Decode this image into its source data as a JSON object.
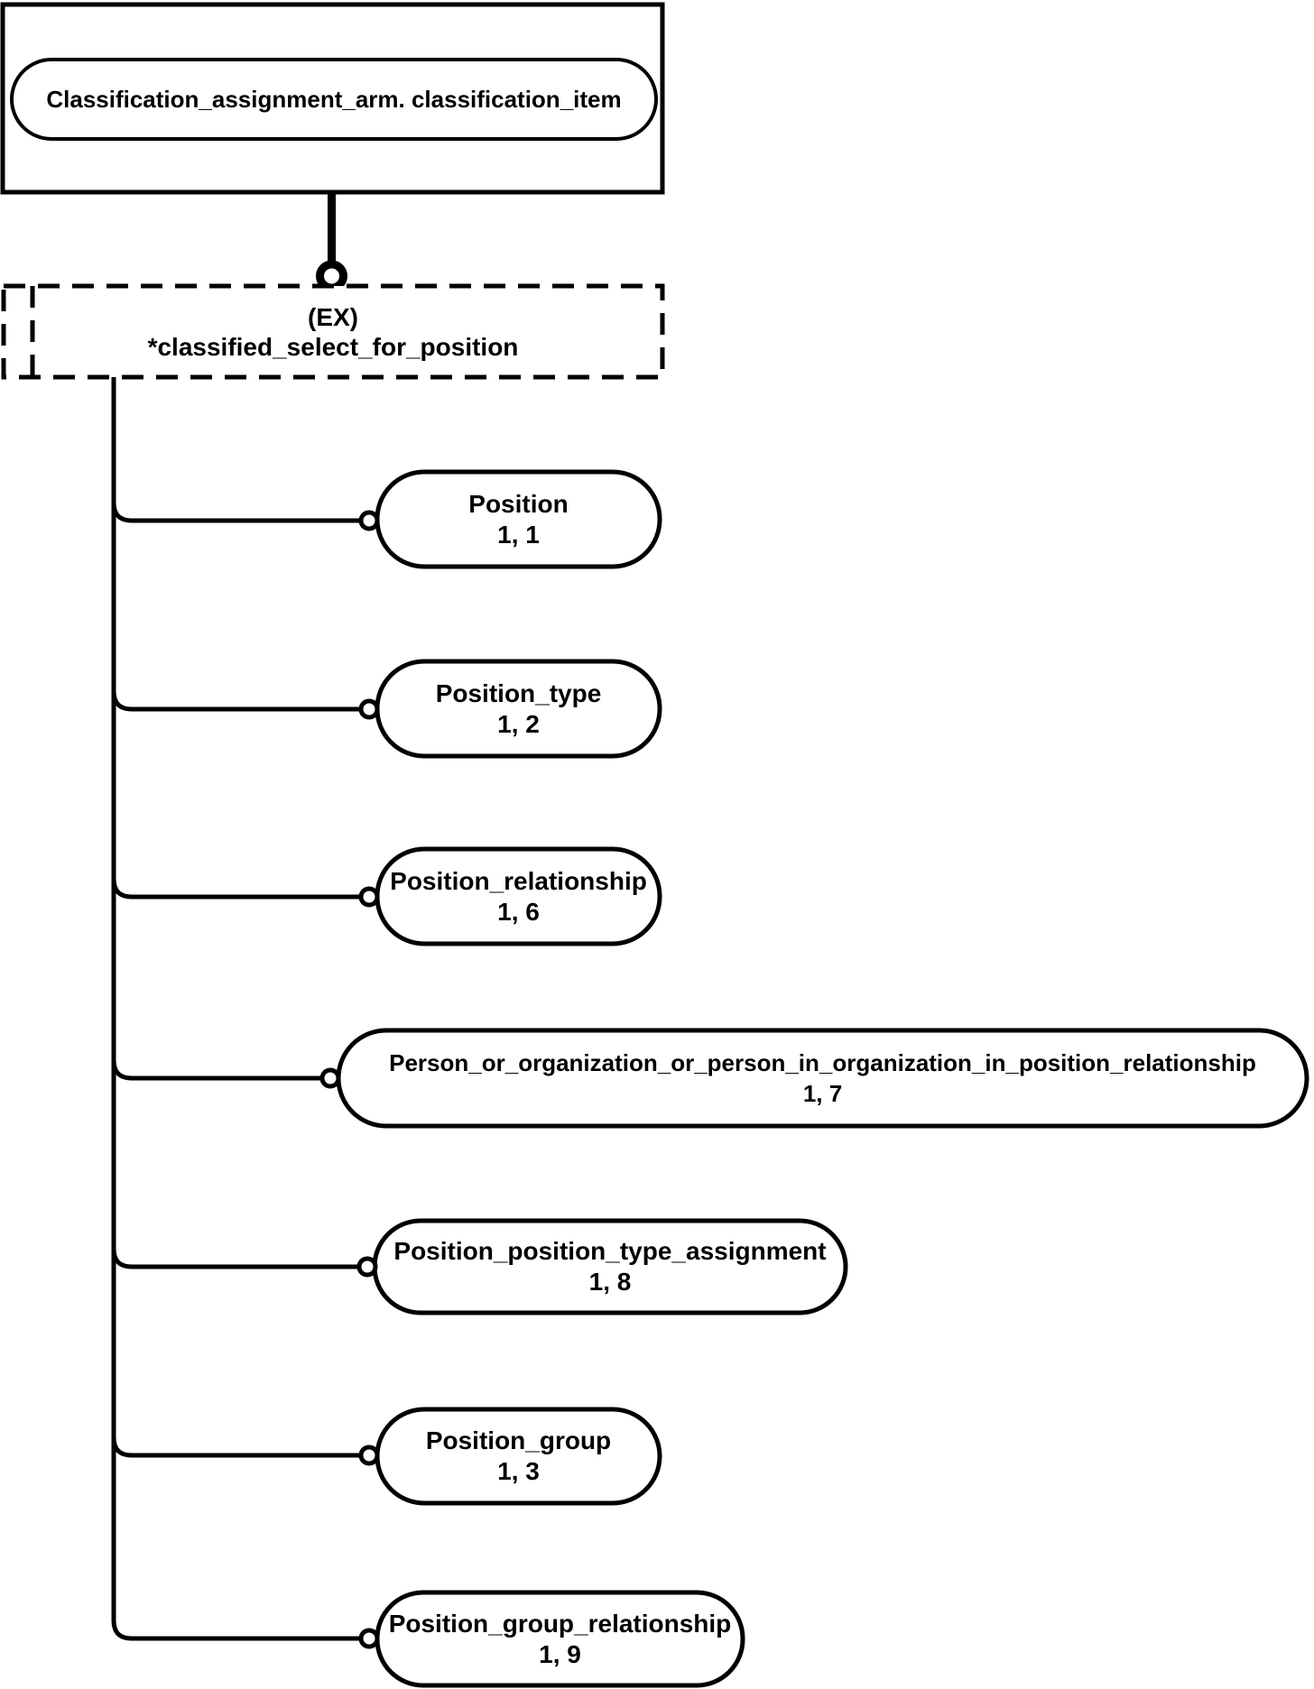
{
  "diagram": {
    "title_box": {
      "label": "Classification_assignment_arm. classification_item"
    },
    "select_box": {
      "line1": "(EX)",
      "line2": "*classified_select_for_position"
    },
    "nodes": [
      {
        "name": "Position",
        "ref": "1, 1"
      },
      {
        "name": "Position_type",
        "ref": "1, 2"
      },
      {
        "name": "Position_relationship",
        "ref": "1, 6"
      },
      {
        "name": "Person_or_organization_or_person_in_organization_in_position_relationship",
        "ref": "1, 7"
      },
      {
        "name": "Position_position_type_assignment",
        "ref": "1, 8"
      },
      {
        "name": "Position_group",
        "ref": "1, 3"
      },
      {
        "name": "Position_group_relationship",
        "ref": "1, 9"
      }
    ],
    "colors": {
      "line": "#000000",
      "background": "#ffffff"
    }
  }
}
